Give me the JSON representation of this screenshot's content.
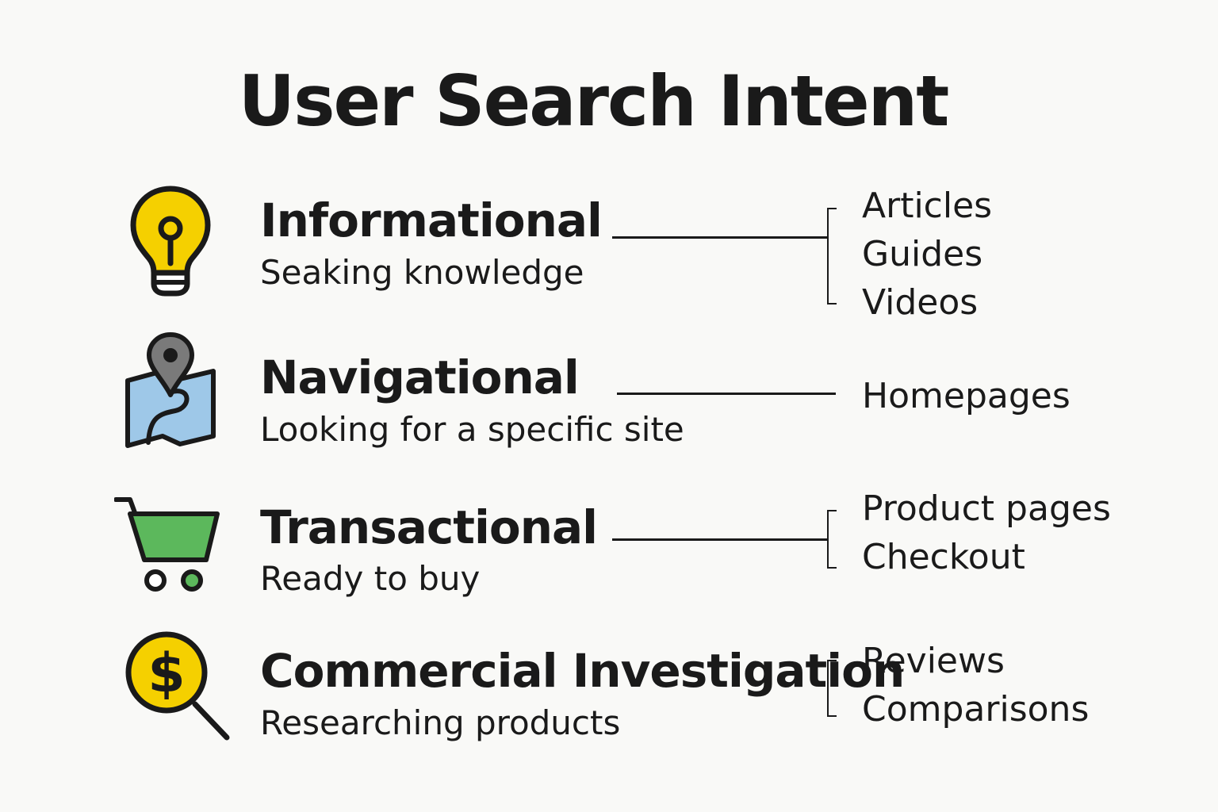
{
  "title": "User Search Intent",
  "colors": {
    "bulb_yellow": "#f5d000",
    "map_blue": "#9ec8e8",
    "pin_gray": "#7a7a7a",
    "cart_green": "#5cb85c",
    "coin_yellow": "#f5d000",
    "ink": "#1a1a1a"
  },
  "intents": [
    {
      "icon": "lightbulb-icon",
      "name": "Informational",
      "description": "Seaking knowledge",
      "examples": [
        "Articles",
        "Guides",
        "Videos"
      ]
    },
    {
      "icon": "map-pin-icon",
      "name": "Navigational",
      "description": "Looking for a specific site",
      "examples": [
        "Homepages"
      ]
    },
    {
      "icon": "shopping-cart-icon",
      "name": "Transactional",
      "description": "Ready to buy",
      "examples": [
        "Product pages",
        "Checkout"
      ]
    },
    {
      "icon": "dollar-magnifier-icon",
      "name": "Commercial Investigation",
      "description": "Researching products",
      "examples": [
        "Reviews",
        "Comparisons"
      ]
    }
  ]
}
